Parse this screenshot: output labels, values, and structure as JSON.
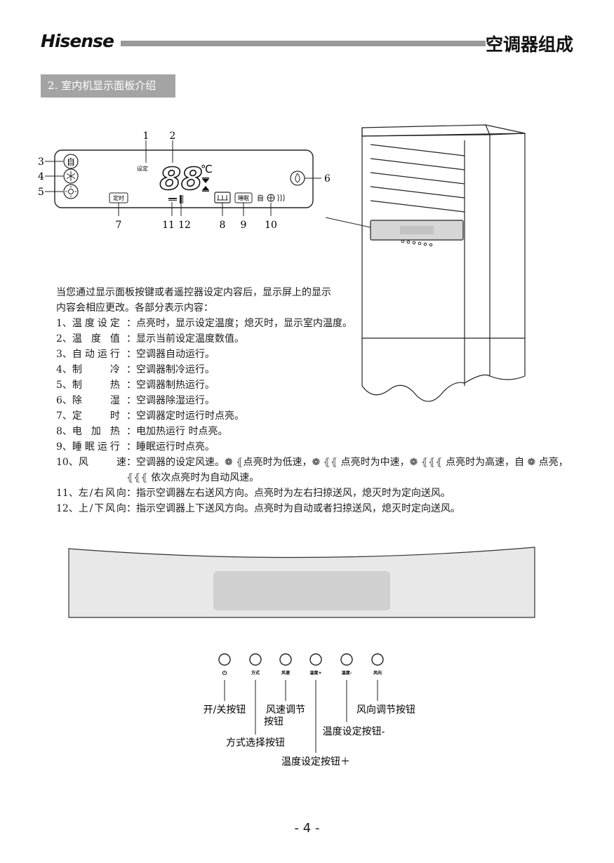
{
  "header": {
    "brand": "Hisense",
    "section_title": "空调器组成"
  },
  "section_label": "2. 室内机显示面板介绍",
  "panel": {
    "callouts": [
      "1",
      "2",
      "3",
      "4",
      "5",
      "6",
      "7",
      "8",
      "9",
      "10",
      "11",
      "12"
    ],
    "setting_label": "设定",
    "temp_digits": "88",
    "temp_unit": "℃",
    "timer_label": "定时",
    "sleep_label": "睡眠",
    "auto_char": "自"
  },
  "intro": [
    "当您通过显示面板按键或者遥控器设定内容后，显示屏上的显示",
    "内容会相应更改。各部分表示内容："
  ],
  "items": [
    {
      "n": "1、",
      "k": "温度设定",
      "v": "：点亮时，显示设定温度；熄灭时，显示室内温度。"
    },
    {
      "n": "2、",
      "k": "温度值",
      "v": "：显示当前设定温度数值。"
    },
    {
      "n": "3、",
      "k": "自动运行",
      "v": "：空调器自动运行。"
    },
    {
      "n": "4、",
      "k": "制冷",
      "v": "：空调器制冷运行。"
    },
    {
      "n": "5、",
      "k": "制热",
      "v": "：空调器制热运行。"
    },
    {
      "n": "6、",
      "k": "除湿",
      "v": "：空调器除湿运行。"
    },
    {
      "n": "7、",
      "k": "定时",
      "v": "：空调器定时运行时点亮。"
    },
    {
      "n": "8、",
      "k": "电加热",
      "v": "：电加热运行 时点亮。"
    },
    {
      "n": "9、",
      "k": "睡眠运行",
      "v": "：睡眠运行时点亮。"
    },
    {
      "n": "10、",
      "k": "风速",
      "v": "：空调器的设定风速。❁ ⦃点亮时为低速，❁ ⦃⦃ 点亮时为中速，❁ ⦃⦃⦃ 点亮时为高速，自 ❁ 点亮，"
    },
    {
      "n": "11、",
      "k": "左/右风向",
      "v": "：指示空调器左右送风方向。点亮时为左右扫掠送风，熄灭时为定向送风。"
    },
    {
      "n": "12、",
      "k": "上/下风向",
      "v": "：指示空调器上下送风方向。点亮时为自动或者扫掠送风，熄灭时定向送风。"
    }
  ],
  "item10_cont": "⦃⦃⦃ 依次点亮时为自动风速。",
  "buttons": {
    "tiny_labels": [
      "⏻",
      "方式",
      "风速",
      "温度+",
      "温度-",
      "风向"
    ],
    "power": "开/关按钮",
    "mode": "方式选择按钮",
    "fan_speed_line1": "风速调节",
    "fan_speed_line2": "按钮",
    "temp_up": "温度设定按钮＋",
    "temp_down": "温度设定按钮-",
    "direction": "风向调节按钮"
  },
  "page_number": "- 4 -"
}
